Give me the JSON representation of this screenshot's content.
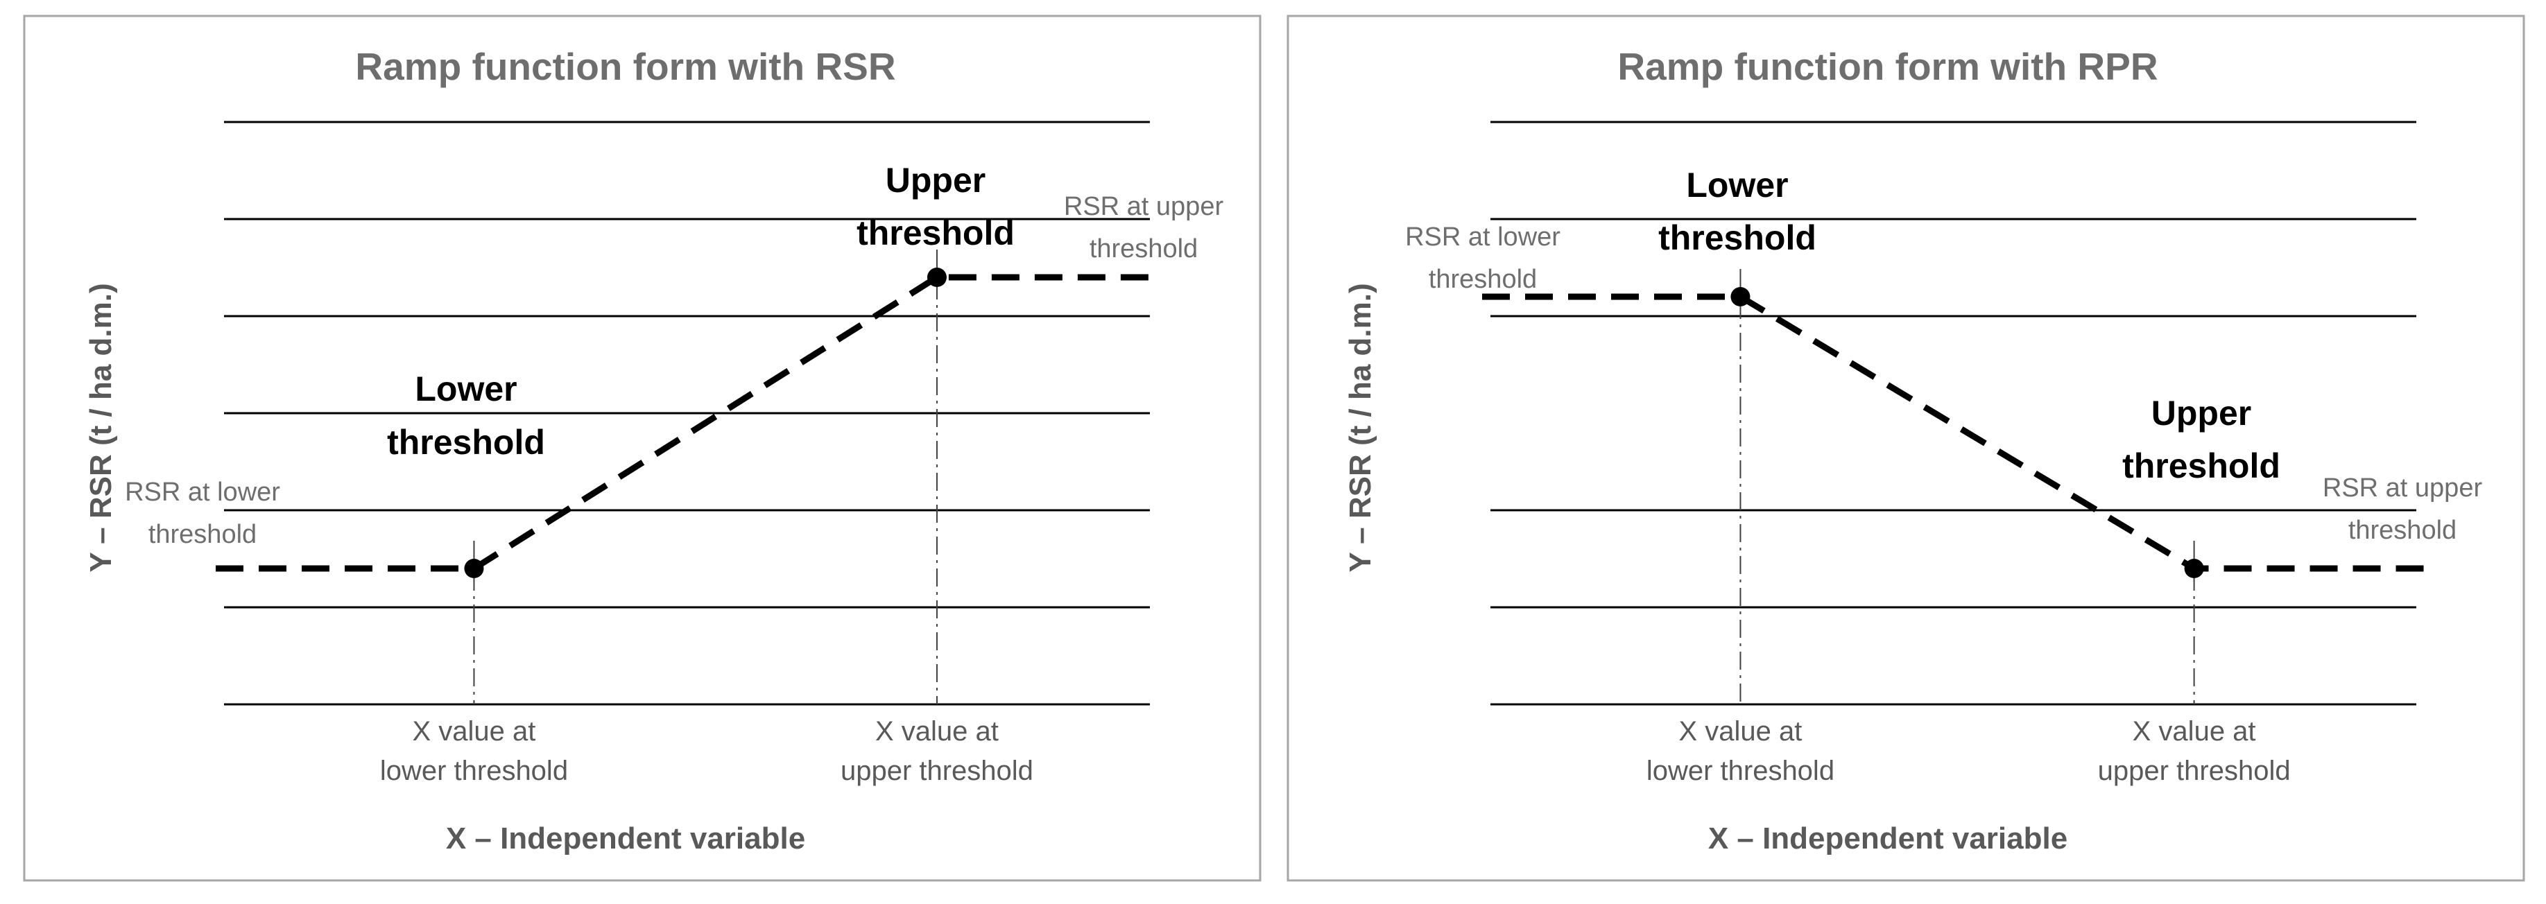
{
  "chart_data": [
    {
      "type": "line",
      "title": "Ramp function form with RSR",
      "xlabel": "X – Independent variable",
      "ylabel": "Y – RSR (t / ha d.m.)",
      "grid": true,
      "xlim": [
        0,
        10
      ],
      "ylim": [
        0,
        6
      ],
      "categories": [
        "X value at lower threshold",
        "X value at upper threshold"
      ],
      "category_lines": [
        [
          "X value at",
          "lower threshold"
        ],
        [
          "X value at",
          "upper threshold"
        ]
      ],
      "x": [
        0,
        2.7,
        7.7,
        10
      ],
      "values": [
        1.4,
        1.4,
        4.4,
        4.4
      ],
      "points": [
        {
          "name": "lower",
          "x": 2.7,
          "y": 1.4
        },
        {
          "name": "upper",
          "x": 7.7,
          "y": 4.4
        }
      ],
      "annotations": {
        "lower_threshold": [
          "Lower",
          "threshold"
        ],
        "upper_threshold": [
          "Upper",
          "threshold"
        ],
        "rsr_lower": [
          "RSR at lower",
          "threshold"
        ],
        "rsr_upper": [
          "RSR at upper",
          "threshold"
        ]
      }
    },
    {
      "type": "line",
      "title": "Ramp function form with RPR",
      "xlabel": "X – Independent variable",
      "ylabel": "Y – RSR (t / ha d.m.)",
      "grid": true,
      "xlim": [
        0,
        10
      ],
      "ylim": [
        0,
        6
      ],
      "categories": [
        "X value at lower threshold",
        "X value at upper threshold"
      ],
      "category_lines": [
        [
          "X value at",
          "lower threshold"
        ],
        [
          "X value at",
          "upper threshold"
        ]
      ],
      "x": [
        0,
        2.7,
        7.6,
        10
      ],
      "values": [
        4.2,
        4.2,
        1.4,
        1.4
      ],
      "points": [
        {
          "name": "lower",
          "x": 2.7,
          "y": 4.2
        },
        {
          "name": "upper",
          "x": 7.6,
          "y": 1.4
        }
      ],
      "annotations": {
        "lower_threshold": [
          "Lower",
          "threshold"
        ],
        "upper_threshold": [
          "Upper",
          "threshold"
        ],
        "rsr_lower": [
          "RSR at lower",
          "threshold"
        ],
        "rsr_upper": [
          "RSR at upper",
          "threshold"
        ]
      }
    }
  ]
}
